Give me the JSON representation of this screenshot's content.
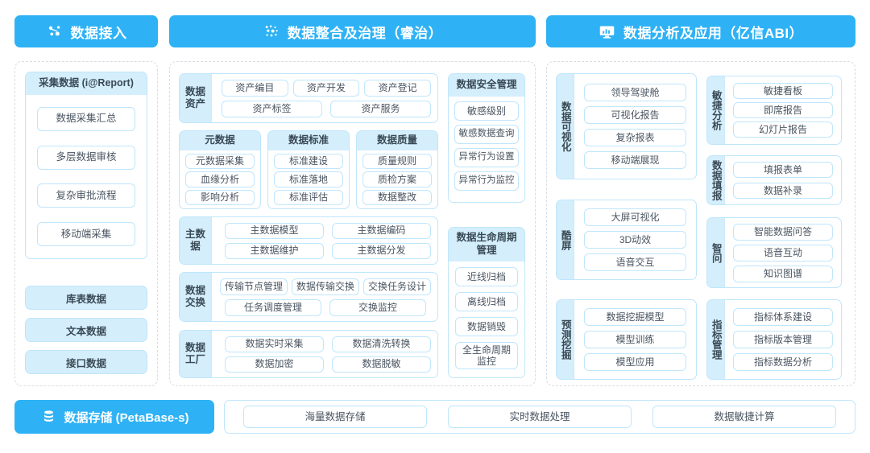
{
  "banners": {
    "ingest": {
      "label": "数据接入",
      "icon": "molecule-icon",
      "color": "#2eb2f5"
    },
    "governance": {
      "label": "数据整合及治理（睿治）",
      "icon": "data-dots-icon",
      "color": "#2eb2f5"
    },
    "analytics": {
      "label": "数据分析及应用（亿信ABI）",
      "icon": "monitor-chart-icon",
      "color": "#2eb2f5"
    }
  },
  "ingest_column": {
    "panel": {
      "title": "采集数据 (i@Report)",
      "items": [
        "数据采集汇总",
        "多层数据审核",
        "复杂审批流程",
        "移动端采集"
      ]
    },
    "chips": [
      "库表数据",
      "文本数据",
      "接口数据"
    ]
  },
  "governance_column": {
    "asset_group": {
      "label": "数据资产",
      "row1": [
        "资产编目",
        "资产开发",
        "资产登记"
      ],
      "row2": [
        "资产标签",
        "资产服务"
      ]
    },
    "panels": [
      {
        "title": "元数据",
        "items": [
          "元数据采集",
          "血缘分析",
          "影响分析"
        ]
      },
      {
        "title": "数据标准",
        "items": [
          "标准建设",
          "标准落地",
          "标准评估"
        ]
      },
      {
        "title": "数据质量",
        "items": [
          "质量规则",
          "质检方案",
          "数据整改"
        ]
      }
    ],
    "master_group": {
      "label": "主数据",
      "items": [
        "主数据模型",
        "主数据编码",
        "主数据维护",
        "主数据分发"
      ]
    },
    "exchange_group": {
      "label": "数据交换",
      "row1": [
        "传输节点管理",
        "数据传输交换",
        "交换任务设计"
      ],
      "row2": [
        "任务调度管理",
        "交换监控"
      ]
    },
    "factory_group": {
      "label": "数据工厂",
      "items": [
        "数据实时采集",
        "数据清洗转换",
        "数据加密",
        "数据脱敏"
      ]
    },
    "security_panel": {
      "title": "数据安全管理",
      "items": [
        "敏感级别",
        "敏感数据查询",
        "异常行为设置",
        "异常行为监控"
      ]
    },
    "lifecycle_panel": {
      "title": "数据生命周期管理",
      "items": [
        "近线归档",
        "离线归档",
        "数据销毁",
        "全生命周期监控"
      ]
    }
  },
  "analytics_column": {
    "groups": [
      {
        "label": "数据可视化",
        "items": [
          "领导驾驶舱",
          "可视化报告",
          "复杂报表",
          "移动端展现"
        ]
      },
      {
        "label": "酷屏",
        "items": [
          "大屏可视化",
          "3D动效",
          "语音交互"
        ]
      },
      {
        "label": "预测挖掘",
        "items": [
          "数据挖掘模型",
          "模型训练",
          "模型应用"
        ]
      },
      {
        "label": "敏捷分析",
        "items": [
          "敏捷看板",
          "即席报告",
          "幻灯片报告"
        ]
      },
      {
        "label": "数据填报",
        "items": [
          "填报表单",
          "数据补录"
        ]
      },
      {
        "label": "智问",
        "items": [
          "智能数据问答",
          "语音互动",
          "知识图谱"
        ]
      },
      {
        "label": "指标管理",
        "items": [
          "指标体系建设",
          "指标版本管理",
          "指标数据分析"
        ]
      }
    ]
  },
  "storage": {
    "label": "数据存储 (PetaBase-s)",
    "icon": "database-icon",
    "items": [
      "海量数据存储",
      "实时数据处理",
      "数据敏捷计算"
    ]
  }
}
